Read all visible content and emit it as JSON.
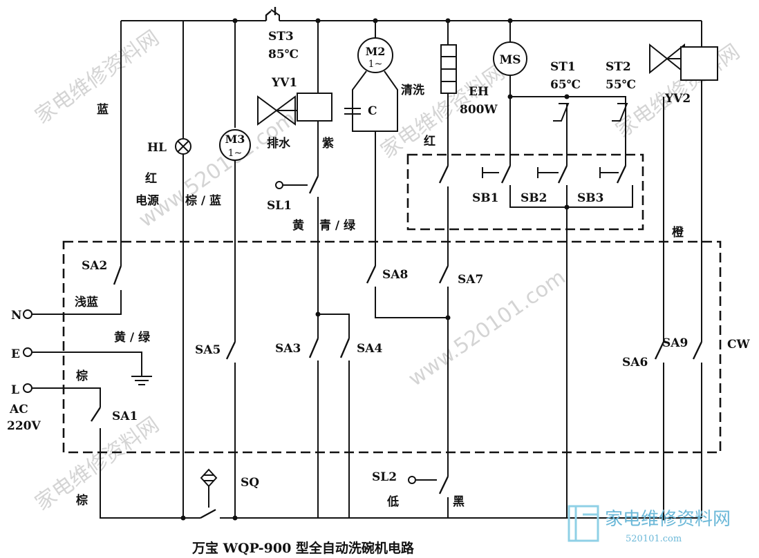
{
  "caption": "万宝 WQP-900 型全自动洗碗机电路",
  "terminals": {
    "n": "N",
    "e": "E",
    "l": "L",
    "ac": "AC",
    "v220": "220V"
  },
  "switches": {
    "sa1": "SA1",
    "sa2": "SA2",
    "sa3": "SA3",
    "sa4": "SA4",
    "sa5": "SA5",
    "sa6": "SA6",
    "sa7": "SA7",
    "sa8": "SA8",
    "sa9": "SA9",
    "sb1": "SB1",
    "sb2": "SB2",
    "sb3": "SB3",
    "sl1": "SL1",
    "sl2": "SL2",
    "sq": "SQ",
    "cw": "CW"
  },
  "components": {
    "st3": "ST3",
    "st3_temp": "85℃",
    "st1": "ST1",
    "st1_temp": "65℃",
    "st2": "ST2",
    "st2_temp": "55℃",
    "yv1": "YV1",
    "yv2": "YV2",
    "m1": "M3",
    "m1_sub": "1~",
    "m2": "M2",
    "m2_sub": "1~",
    "ms": "MS",
    "c": "C",
    "eh": "EH",
    "eh_power": "800W",
    "hl": "HL"
  },
  "wire_labels": {
    "blue": "蓝",
    "red_top": "红",
    "power": "电源",
    "brown_blue": "棕 / 蓝",
    "drain": "排水",
    "purple": "紫",
    "wash": "清洗",
    "red_mid": "红",
    "yellow": "黄",
    "cyan_green": "青 / 绿",
    "orange": "橙",
    "light_blue": "浅蓝",
    "yellow_green": "黄 / 绿",
    "brown1": "棕",
    "brown2": "棕",
    "low": "低",
    "black": "黑"
  },
  "watermark": {
    "text1": "家电维修资料网",
    "text2": "www.520101.com",
    "logo_cn": "家电维修资料网",
    "logo_url": "520101.com"
  }
}
